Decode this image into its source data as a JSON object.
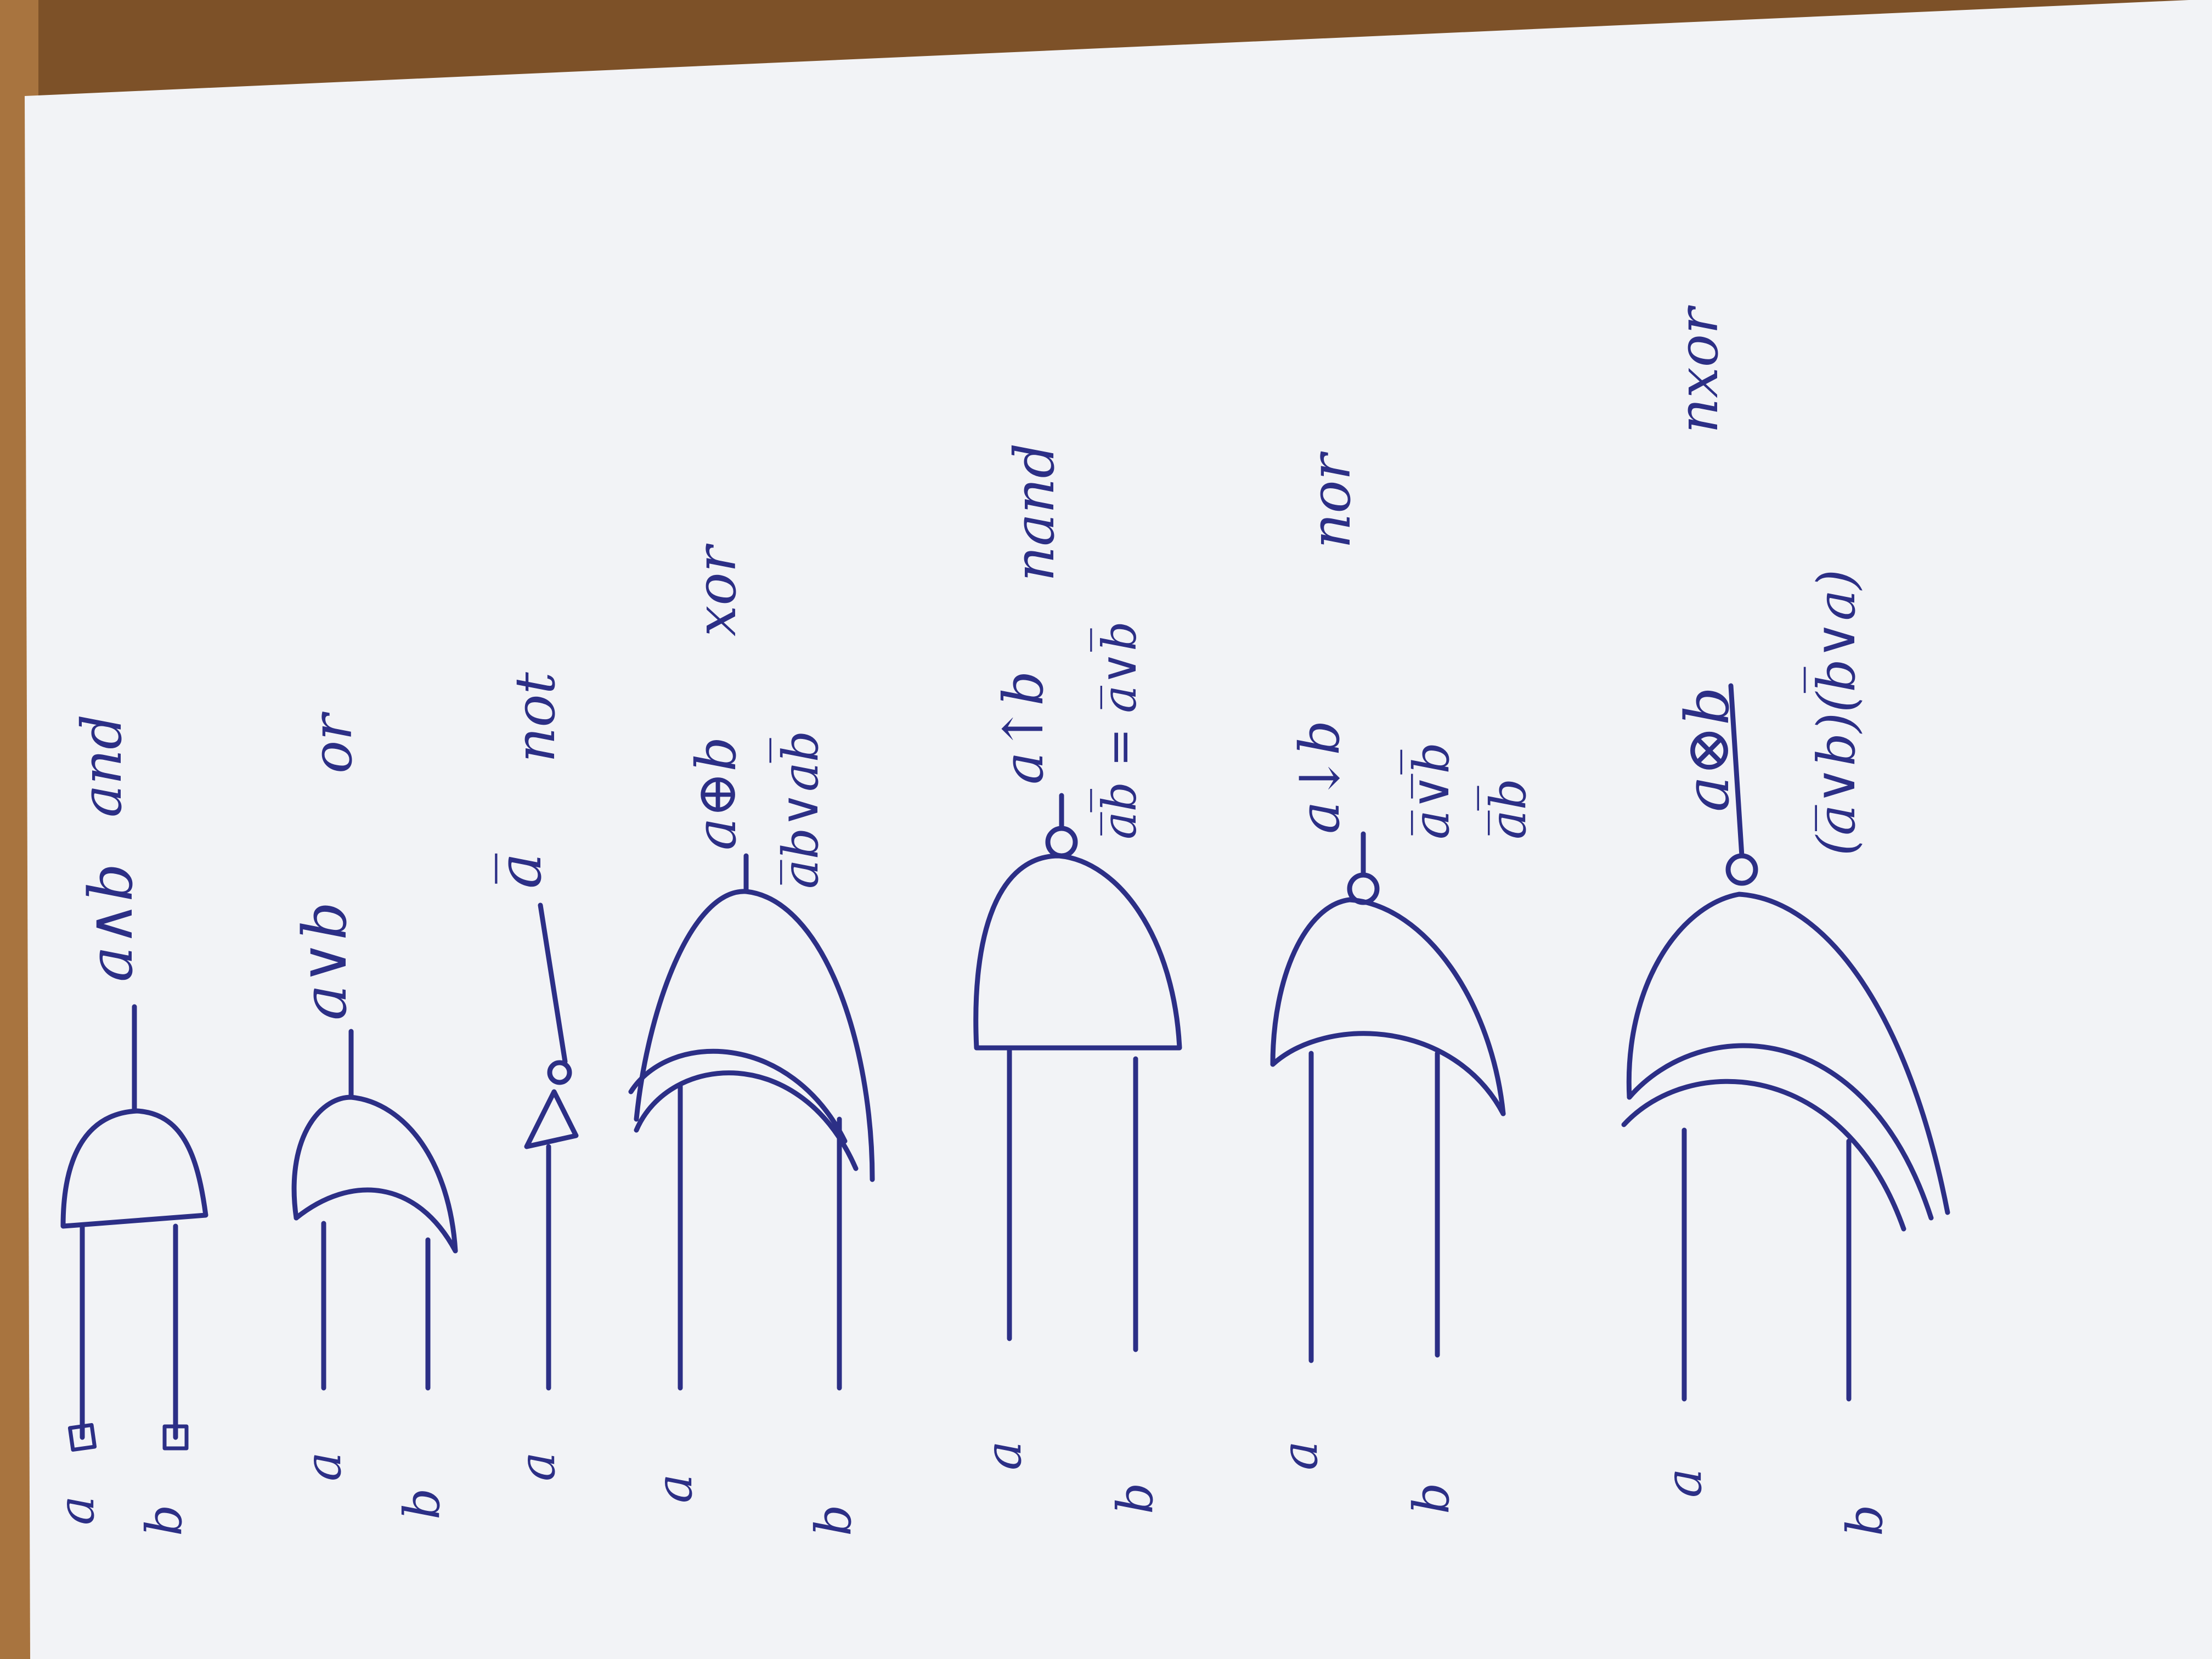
{
  "colors": {
    "ink": "#2c2f86",
    "paper": "#f2f3f6",
    "desk": "#8a5a30"
  },
  "gates": [
    {
      "name": "and",
      "input_a": "a",
      "input_b": "b",
      "output": "a∧b",
      "notes": []
    },
    {
      "name": "or",
      "input_a": "a",
      "input_b": "b",
      "output": "a∨b",
      "notes": []
    },
    {
      "name": "not",
      "input_a": "a",
      "input_b": "",
      "output": "a̅",
      "notes": []
    },
    {
      "name": "xor",
      "input_a": "a",
      "input_b": "b",
      "output": "a⊕b",
      "notes": [
        "a̅b∨ab̅"
      ]
    },
    {
      "name": "nand",
      "input_a": "a",
      "input_b": "b",
      "output": "a↑b",
      "notes": [
        "a̅b̅ = a̅∨b̅"
      ]
    },
    {
      "name": "nor",
      "input_a": "a",
      "input_b": "b",
      "output": "a↓b",
      "notes": [
        "a̅∨̅b̅",
        "a̅b̅"
      ]
    },
    {
      "name": "nxor",
      "input_a": "a",
      "input_b": "b",
      "output": "a⊗b",
      "notes": [
        "(a̅∨b)(b̅∨a)"
      ]
    }
  ]
}
